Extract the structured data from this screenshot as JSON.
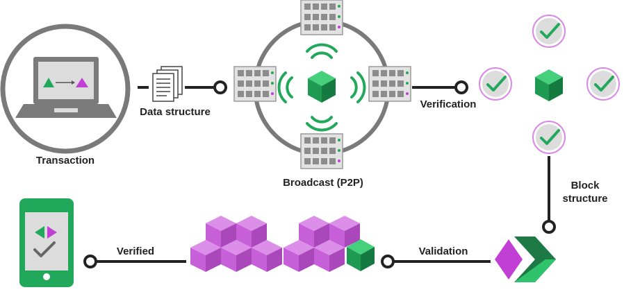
{
  "labels": {
    "transaction": "Transaction",
    "data_structure": "Data structure",
    "broadcast": "Broadcast (P2P)",
    "verification": "Verification",
    "block_structure_line1": "Block",
    "block_structure_line2": "structure",
    "validation": "Validation",
    "verified": "Verified"
  },
  "colors": {
    "green": "#22a85a",
    "dark_green": "#1d7a44",
    "light_green": "#2fc46c",
    "purple": "#c23fd6",
    "light_purple": "#d889e6",
    "gray": "#7a7a7a",
    "dark": "#222222"
  }
}
